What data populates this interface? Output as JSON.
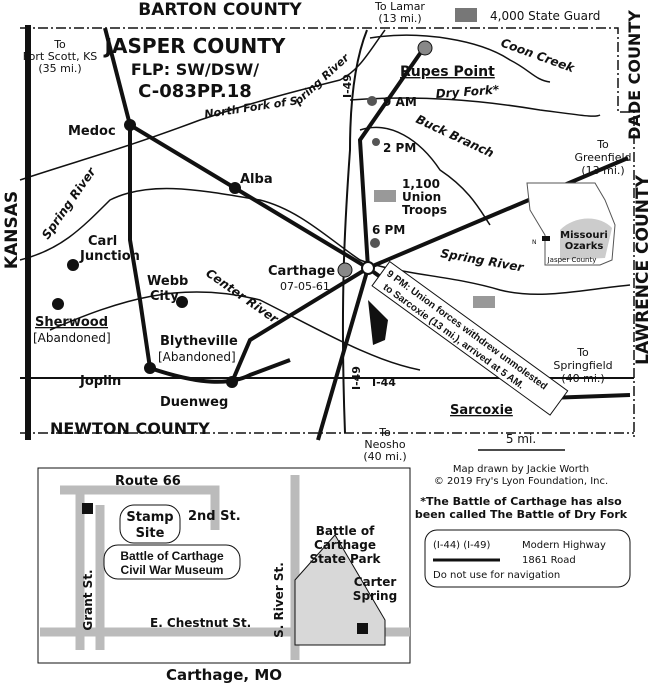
{
  "counties": {
    "north": "BARTON COUNTY",
    "west": "KANSAS",
    "south": "NEWTON COUNTY",
    "east": "LAWRENCE COUNTY",
    "northeast": "DADE COUNTY"
  },
  "title": {
    "county": "JASPER COUNTY",
    "flp": "FLP: SW/DSW/",
    "code": "C-083PP.18"
  },
  "places": {
    "medoc": "Medoc",
    "alba": "Alba",
    "carl_junction": [
      "Carl",
      "Junction"
    ],
    "webb_city": [
      "Webb",
      "City"
    ],
    "carthage": "Carthage",
    "carthage_date": "07-05-61",
    "sherwood": "Sherwood",
    "sherwood_note": "[Abandoned]",
    "blytheville": "Blytheville",
    "blytheville_note": "[Abandoned]",
    "joplin": "Joplin",
    "duenweg": "Duenweg",
    "sarcoxie": "Sarcoxie",
    "rupes_point": "Rupes Point"
  },
  "rivers": {
    "spring_north": "North Fork of Spring River",
    "spring_west": "Spring River",
    "spring_east": "Spring River",
    "center": "Center River",
    "coon": "Coon Creek",
    "dry_fork": "Dry Fork*",
    "buck": "Buck Branch"
  },
  "highways": {
    "i49": "I-49",
    "i44": "I-44"
  },
  "directions": {
    "lamar": [
      "To Lamar",
      "(13 mi.)"
    ],
    "fort_scott": [
      "To",
      "Fort Scott, KS",
      "(35 mi.)"
    ],
    "greenfield": [
      "To",
      "Greenfield",
      "(13 mi.)"
    ],
    "springfield": [
      "To",
      "Springfield",
      "(40 mi.)"
    ],
    "neosho": [
      "To",
      "Neosho",
      "(40 mi.)"
    ]
  },
  "events": {
    "t9": "9 AM",
    "t2": "2 PM",
    "t6": "6 PM",
    "state_guard": "4,000 State Guard",
    "union": [
      "1,100",
      "Union",
      "Troops"
    ],
    "withdraw": [
      "9 PM: Union forces withdrew unmolested",
      "to Sarcoxie (13 mi.), arrived at 5 AM."
    ]
  },
  "inset": {
    "label1": "Missouri",
    "label2": "Ozarks",
    "county": "Jasper County",
    "north": "N"
  },
  "scale": "5 mi.",
  "credits": [
    "Map drawn by Jackie Worth",
    "© 2019 Fry's Lyon Foundation, Inc."
  ],
  "note": [
    "*The Battle of Carthage has also",
    "been called The Battle of Dry Fork"
  ],
  "legend": {
    "modern_sym": "(I-44) (I-49)",
    "modern": "Modern Highway",
    "old": "1861 Road",
    "warn": "Do not use for navigation"
  },
  "city_map": {
    "route66": "Route 66",
    "stamp": [
      "Stamp",
      "Site"
    ],
    "second": "2nd St.",
    "museum": [
      "Battle of Carthage",
      "Civil War Museum"
    ],
    "grant": "Grant St.",
    "river_st": "S. River St.",
    "park": [
      "Battle of",
      "Carthage",
      "State Park"
    ],
    "carter": [
      "Carter",
      "Spring"
    ],
    "chestnut": "E. Chestnut St.",
    "caption": "Carthage, MO"
  },
  "colors": {
    "ink": "#111111",
    "grey": "#bbbbbb",
    "park": "#d8d8d8",
    "rupes": "#888888"
  }
}
